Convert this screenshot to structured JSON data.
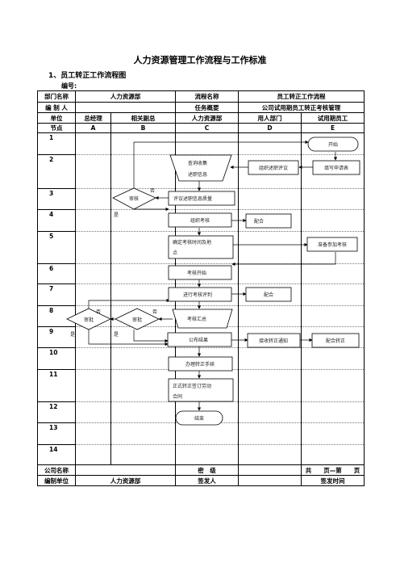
{
  "doc": {
    "title": "人力资源管理工作流程与工作标准",
    "section_title": "1、员工转正工作流程图",
    "number_label": "编号:"
  },
  "header": {
    "row1": [
      "部门名称",
      "人力资源部",
      "流程名称",
      "员工转正工作流程"
    ],
    "row2": [
      "编 制 人",
      "",
      "任务概要",
      "公司试用期员工转正考核管理"
    ],
    "row3": [
      "单位",
      "总经理",
      "相关副总",
      "人力资源部",
      "用人部门",
      "试用期员工"
    ],
    "row4": [
      "节点",
      "A",
      "B",
      "C",
      "D",
      "E"
    ]
  },
  "rows": [
    "1",
    "2",
    "3",
    "4",
    "5",
    "6",
    "7",
    "8",
    "9",
    "10",
    "11",
    "12",
    "13",
    "14"
  ],
  "footer": {
    "row1": [
      "公司名称",
      "",
      "密　级",
      "",
      "共　　页—第　　页"
    ],
    "row2": [
      "编制单位",
      "人力资源部",
      "签发人",
      "",
      "签发时间",
      ""
    ]
  },
  "flow": {
    "start": "开始",
    "e2": "填写申请表",
    "d2": "组织述职评议",
    "c2a": "查询收集",
    "c2b": "述职信息",
    "c3": "评议述职信息质量",
    "b3": "审核",
    "c4": "组织考核",
    "d4": "配合",
    "c5a": "确定考核时间及地",
    "c5b": "点",
    "e5": "准备参加考核",
    "c6": "考核开始",
    "c7": "进行考核评判",
    "d7": "配合",
    "c8": "考核汇总",
    "b8": "审批",
    "a8": "审批",
    "c9": "公布结果",
    "d9": "接收转正通知",
    "e9": "配合转正",
    "c10": "办理转正手续",
    "c11a": "正式转正签订劳动",
    "c11b": "合同",
    "c12": "结束",
    "yes": "是",
    "no": "否"
  }
}
